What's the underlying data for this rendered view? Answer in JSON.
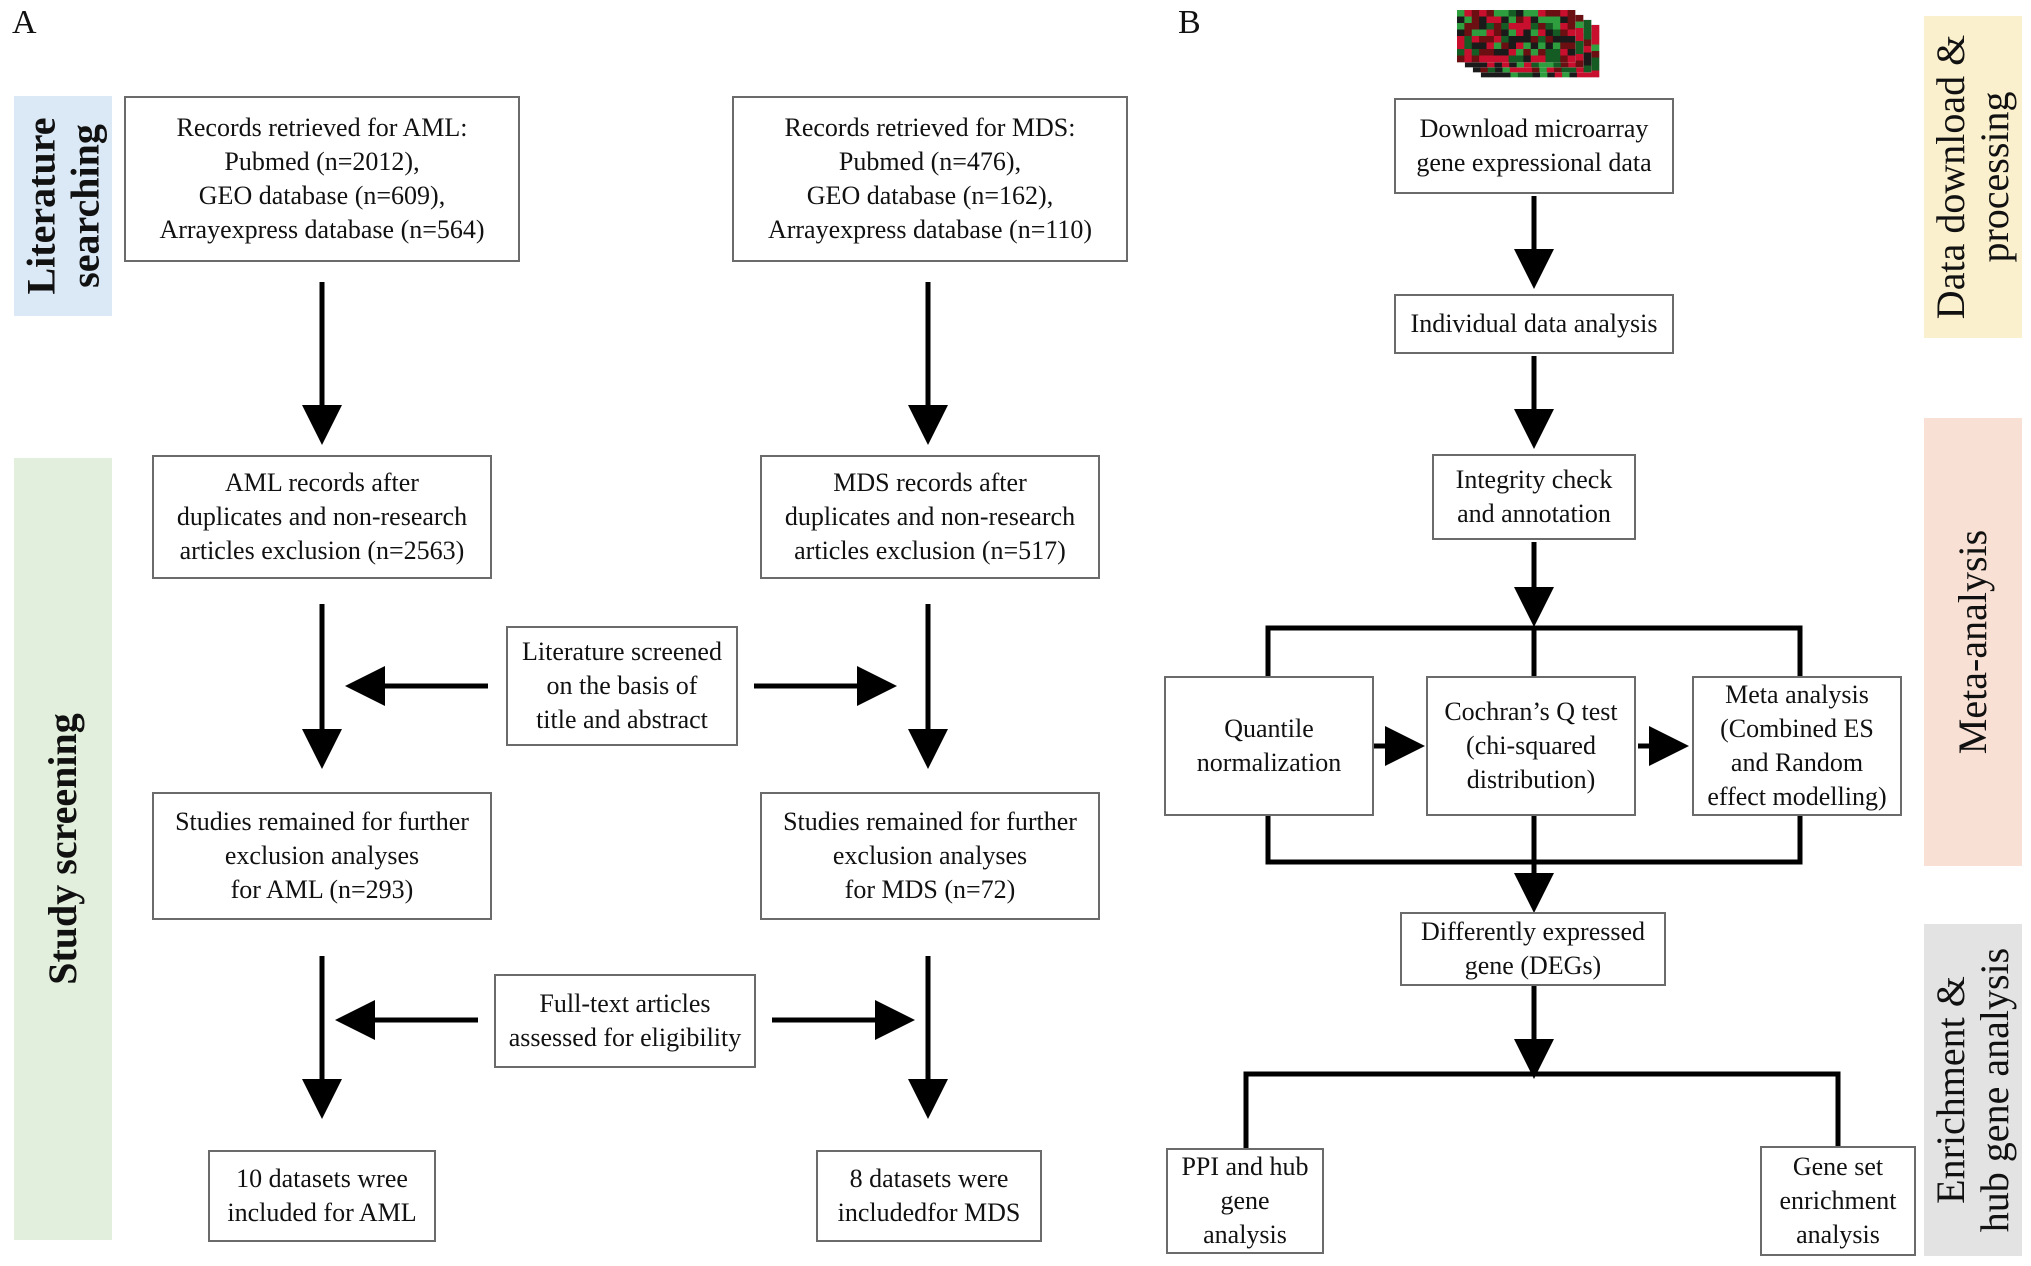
{
  "panels": {
    "a": "A",
    "b": "B"
  },
  "bands": {
    "literature": "Literature\nsearching",
    "screening": "Study screening",
    "download": "Data download &\nprocessing",
    "meta": "Meta-analysis",
    "enrichment": "Enrichment &\nhub gene analysis"
  },
  "band_colors": {
    "literature": "#dbe8f5",
    "screening": "#e2efdc",
    "download": "#fbf0cd",
    "meta": "#f9e0d4",
    "enrichment": "#e3e3e3"
  },
  "left": {
    "aml_records": "Records retrieved for AML:\nPubmed (n=2012),\nGEO database (n=609),\nArrayexpress database (n=564)",
    "mds_records": "Records retrieved for MDS:\nPubmed (n=476),\nGEO database (n=162),\nArrayexpress database (n=110)",
    "aml_after": "AML records after\nduplicates and non-research\narticles exclusion (n=2563)",
    "mds_after": "MDS records after\nduplicates and  non-research\narticles exclusion (n=517)",
    "screened": "Literature screened\non the basis of\ntitle and abstract",
    "aml_remained": "Studies remained for further\nexclusion analyses\nfor AML (n=293)",
    "mds_remained": "Studies remained for further\nexclusion analyses\nfor MDS (n=72)",
    "fulltext": "Full-text articles\nassessed for eligibility",
    "aml_final": "10 datasets wree\nincluded for AML",
    "mds_final": "8 datasets were\nincludedfor MDS"
  },
  "right": {
    "download": "Download microarray\ngene expressional data",
    "individual": "Individual data analysis",
    "integrity": "Integrity check\nand  annotation",
    "quantile": "Quantile\nnormalization",
    "cochran": "Cochran’s Q test\n(chi-squared\ndistribution)",
    "meta": "Meta analysis\n(Combined ES\nand Random\neffect modelling)",
    "degs": "Differently expressed\ngene (DEGs)",
    "ppi": "PPI and hub\ngene analysis",
    "gsea": "Gene set\nenrichment\nanalysis"
  },
  "icons": {
    "heatmap": "microarray-heatmap-icon"
  },
  "heatmap_colors": [
    "#1a1a1a",
    "#c8102e",
    "#2e9e3e",
    "#6b0f12",
    "#155c24"
  ]
}
